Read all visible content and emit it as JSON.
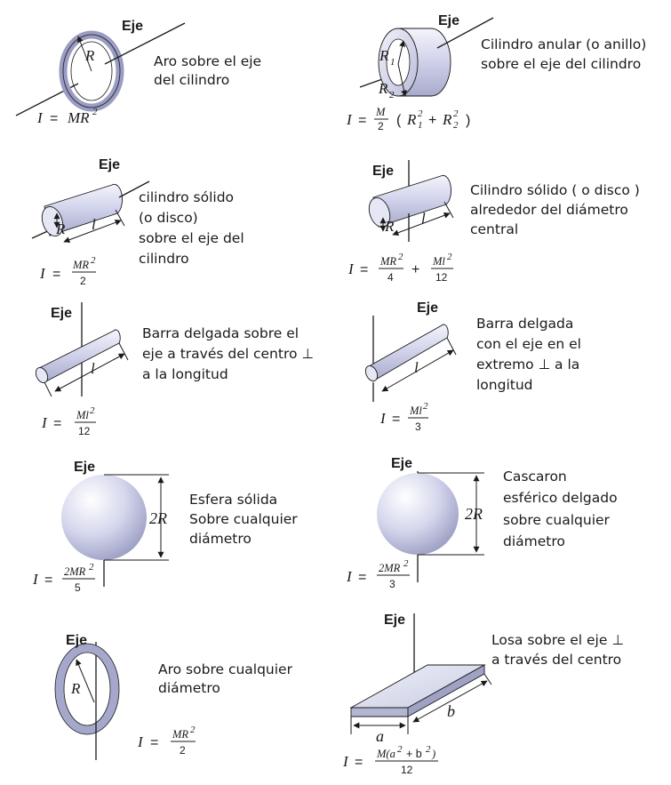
{
  "axis_word": "Eje",
  "panels": [
    {
      "id": "hoop-cylinder-axis",
      "desc": [
        "Aro sobre el eje",
        "del cilindro"
      ],
      "formula": "I = MR²"
    },
    {
      "id": "annular-cylinder",
      "desc": [
        "Cilindro anular (o anillo)",
        "sobre el eje del cilindro"
      ],
      "formula": "I = M/2 ( R₁² + R₂² )"
    },
    {
      "id": "solid-cylinder-axis",
      "desc": [
        "cilindro sólido",
        "(o disco)",
        "sobre el eje del",
        "cilindro"
      ],
      "formula": "I = MR²/2"
    },
    {
      "id": "solid-cylinder-diameter",
      "desc": [
        "Cilindro sólido ( o disco )",
        "alrededor  del  diámetro",
        "central"
      ],
      "formula": "I = MR²/4 + Ml²/12"
    },
    {
      "id": "thin-rod-center",
      "desc": [
        "Barra delgada sobre el",
        "eje a través del centro ⊥",
        "a la longitud"
      ],
      "formula": "I = Ml²/12"
    },
    {
      "id": "thin-rod-end",
      "desc": [
        "Barra delgada",
        "con el eje en el",
        "extremo ⊥ a la",
        "longitud"
      ],
      "formula": "I = Ml²/3"
    },
    {
      "id": "solid-sphere",
      "desc": [
        "Esfera sólida",
        "Sobre cualquier",
        "diámetro"
      ],
      "formula": "I = 2MR²/5"
    },
    {
      "id": "thin-spherical-shell",
      "desc": [
        "Cascaron",
        "esférico delgado",
        "sobre    cualquier",
        "diámetro"
      ],
      "formula": "I = 2MR²/3"
    },
    {
      "id": "hoop-diameter",
      "desc": [
        "Aro sobre cualquier",
        "diámetro"
      ],
      "formula": "I = MR²/2"
    },
    {
      "id": "slab",
      "desc": [
        "Losa sobre el eje ⊥",
        "a través del centro"
      ],
      "formula": "I = M(a² + b²)/12"
    }
  ],
  "symbols": {
    "R": "R",
    "R1": "R",
    "R1_sub": "1",
    "R2": "R",
    "R2_sub": "2",
    "l": "l",
    "two_R": "2R",
    "a": "a",
    "b": "b",
    "I": "I",
    "eq": "="
  }
}
